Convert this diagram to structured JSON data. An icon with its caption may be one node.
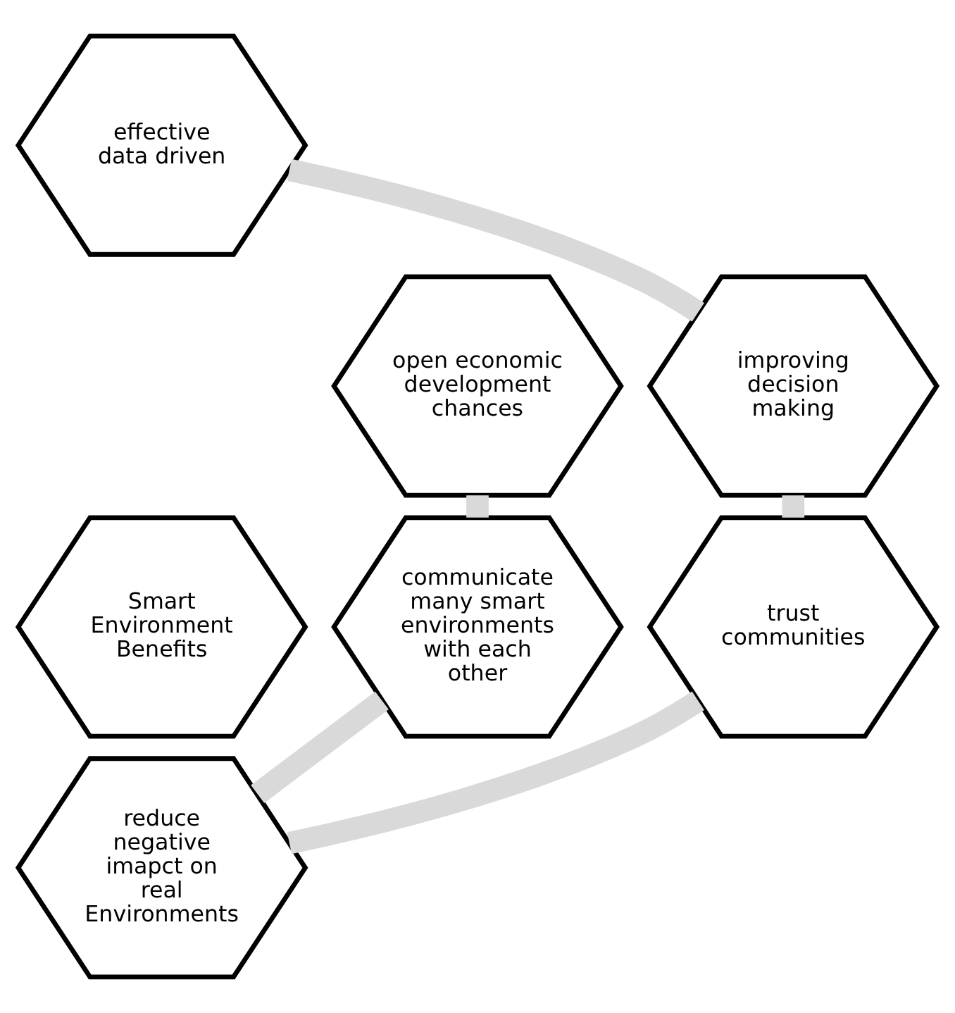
{
  "diagram": {
    "nodes": [
      {
        "text": [
          "effective data driven"
        ]
      },
      {
        "text": [
          "open economic development chances"
        ]
      },
      {
        "text": [
          "improving decision making"
        ]
      },
      {
        "text": [
          "Smart Environment Benefits"
        ]
      },
      {
        "text": [
          "communicate many smart environments with each other"
        ]
      },
      {
        "text": [
          "trust communities"
        ]
      },
      {
        "text": [
          "reduce negative imapct on real Environments"
        ]
      }
    ],
    "edges": [
      {
        "from": 0,
        "to": 2,
        "arrow": "none"
      },
      {
        "from": 2,
        "to": 5,
        "arrow": "none"
      },
      {
        "from": 5,
        "to": 6,
        "arrow": "none"
      },
      {
        "from": 6,
        "to": 4,
        "arrow": "none"
      },
      {
        "from": 4,
        "to": 1,
        "arrow": "none"
      }
    ]
  }
}
